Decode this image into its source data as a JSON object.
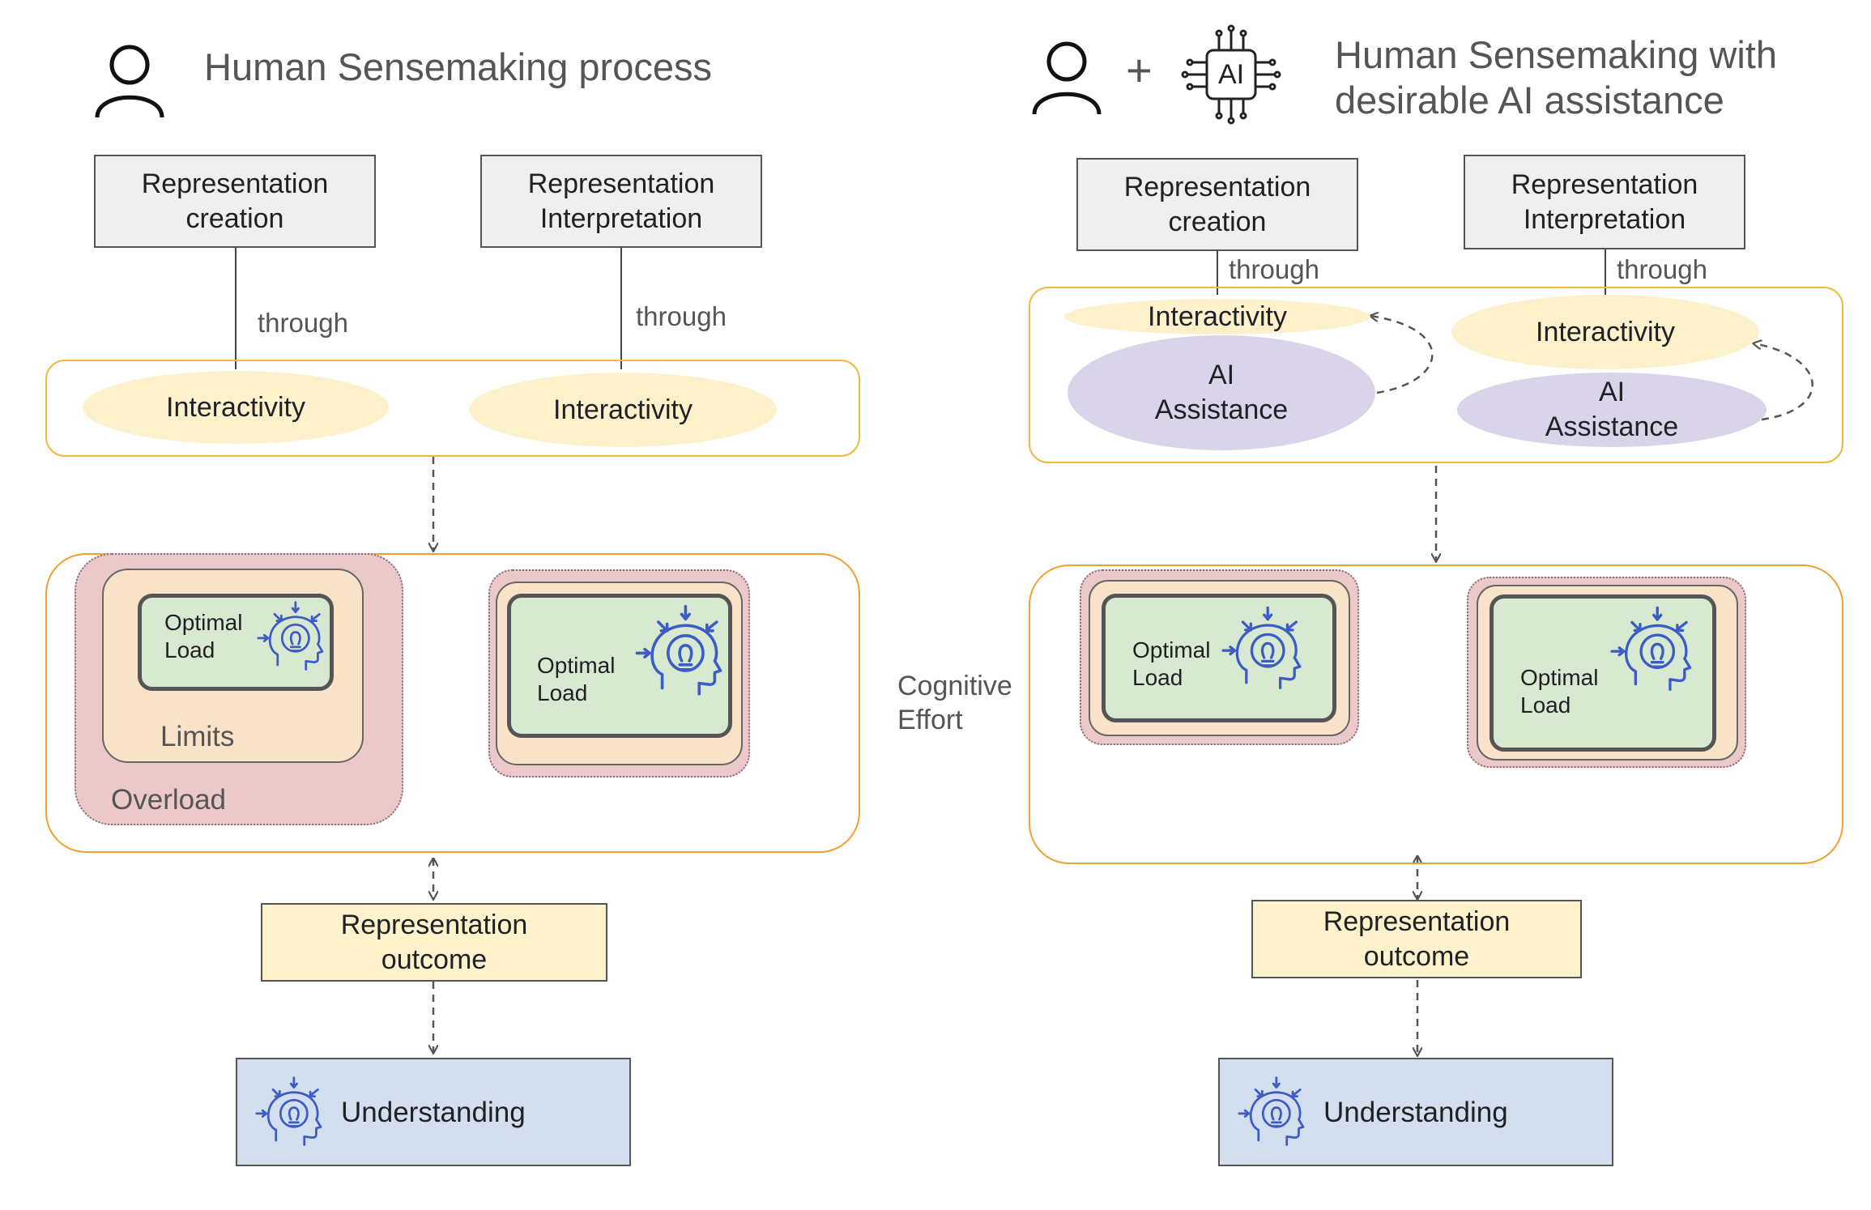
{
  "left": {
    "title": "Human Sensemaking process",
    "icon": "person-icon",
    "creation_label": "Representation\ncreation",
    "interpretation_label": "Representation\nInterpretation",
    "through_1": "through",
    "through_2": "through",
    "interactivity_1": "Interactivity",
    "interactivity_2": "Interactivity",
    "optimal_1": "Optimal\nLoad",
    "optimal_2": "Optimal\nLoad",
    "limits": "Limits",
    "overload": "Overload",
    "outcome_label": "Representation\noutcome",
    "understanding": "Understanding"
  },
  "middle": {
    "cognitive_effort": "Cognitive\nEffort"
  },
  "right": {
    "plus": "+",
    "ai_chip_label": "AI",
    "title": "Human Sensemaking with\ndesirable AI assistance",
    "creation_label": "Representation\ncreation",
    "interpretation_label": "Representation\nInterpretation",
    "through_1": "through",
    "through_2": "through",
    "interactivity_1": "Interactivity",
    "interactivity_2": "Interactivity",
    "ai_assist_1": "AI\nAssistance",
    "ai_assist_2": "AI\nAssistance",
    "optimal_1": "Optimal\nLoad",
    "optimal_2": "Optimal\nLoad",
    "outcome_label": "Representation\noutcome",
    "understanding": "Understanding"
  },
  "colors": {
    "process_box": "#efefef",
    "interactivity": "#fdf1cc",
    "ai_assistance": "#d9d4ea",
    "band_border": "#f0b840",
    "overload": "#ecc9c9",
    "limits": "#f8e2c8",
    "optimal": "#d8e9d2",
    "outcome": "#fdf2cc",
    "understanding": "#d3deee",
    "brain_icon": "#3d5cc4"
  }
}
